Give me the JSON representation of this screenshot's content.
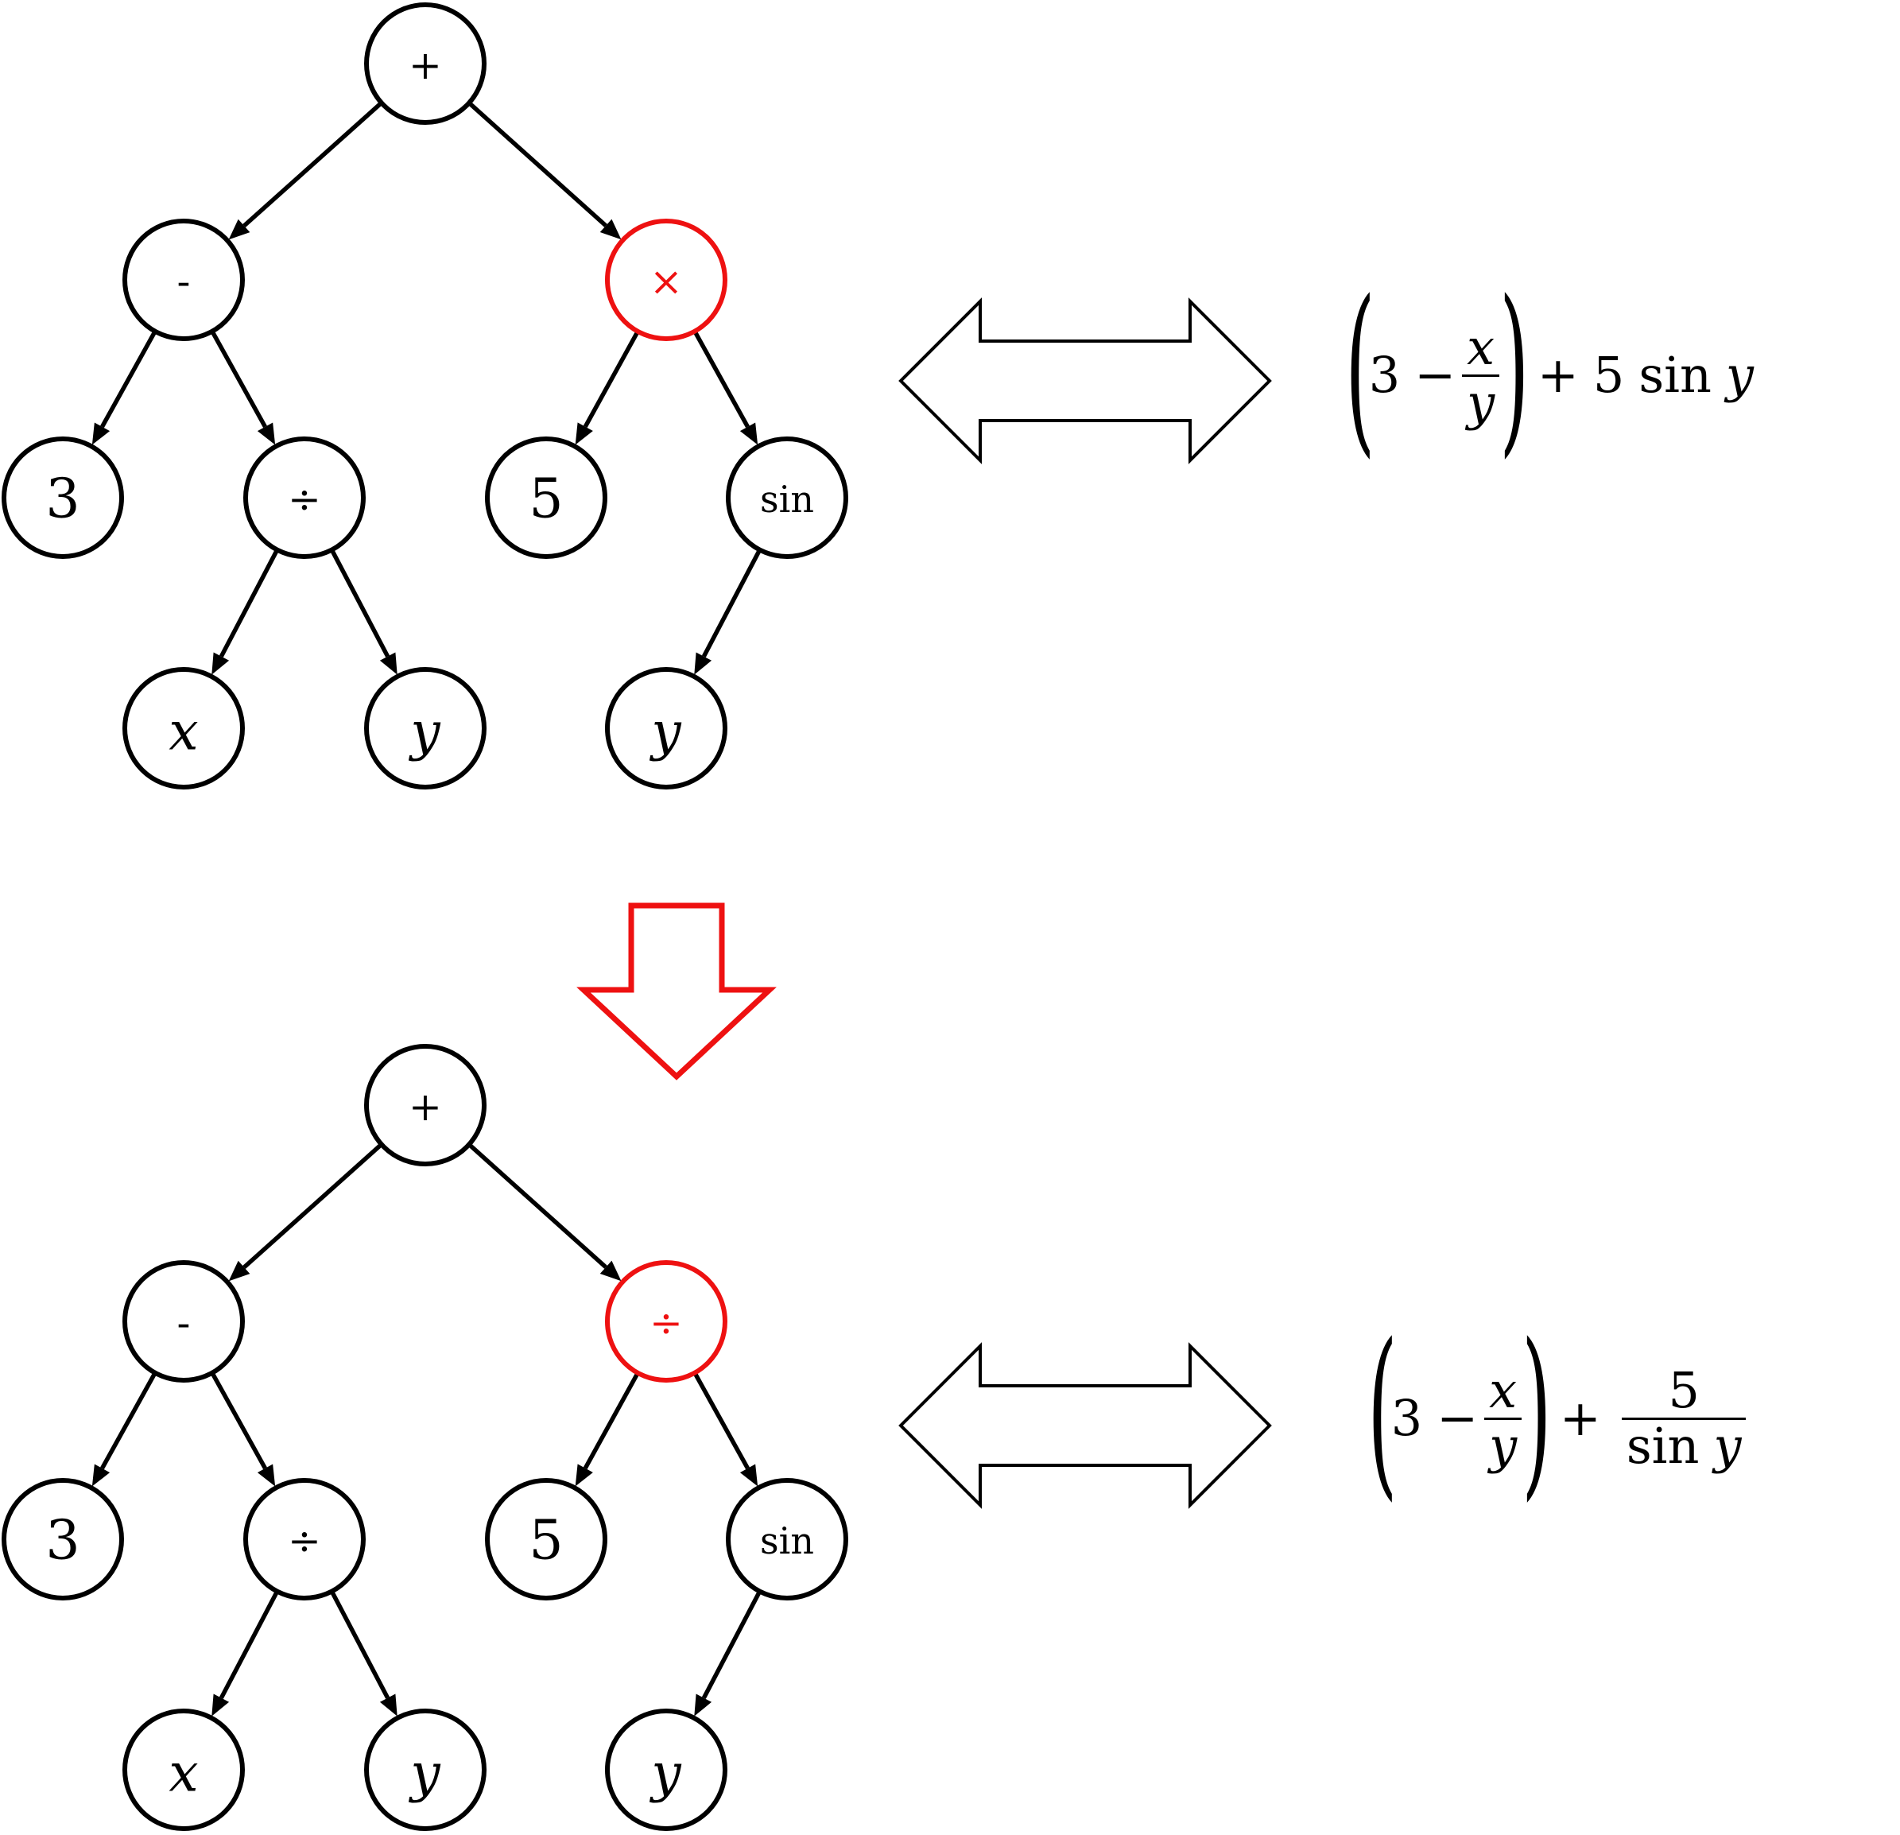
{
  "colors": {
    "ink": "#000000",
    "highlight": "#ee1111"
  },
  "icons": {
    "equivalence": "double-arrow-icon",
    "transformation": "down-arrow-icon"
  },
  "trees": [
    {
      "nodes": [
        {
          "id": "root",
          "label": "+"
        },
        {
          "id": "minus",
          "label": "-"
        },
        {
          "id": "op",
          "label": "×",
          "highlight": true
        },
        {
          "id": "three",
          "label": "3"
        },
        {
          "id": "divide",
          "label": "÷"
        },
        {
          "id": "five",
          "label": "5"
        },
        {
          "id": "sin",
          "label": "sin"
        },
        {
          "id": "x",
          "label": "x",
          "italic": true
        },
        {
          "id": "y1",
          "label": "y",
          "italic": true
        },
        {
          "id": "y2",
          "label": "y",
          "italic": true
        }
      ]
    },
    {
      "nodes": [
        {
          "id": "root",
          "label": "+"
        },
        {
          "id": "minus",
          "label": "-"
        },
        {
          "id": "op",
          "label": "÷",
          "highlight": true
        },
        {
          "id": "three",
          "label": "3"
        },
        {
          "id": "divide",
          "label": "÷"
        },
        {
          "id": "five",
          "label": "5"
        },
        {
          "id": "sin",
          "label": "sin"
        },
        {
          "id": "x",
          "label": "x",
          "italic": true
        },
        {
          "id": "y1",
          "label": "y",
          "italic": true
        },
        {
          "id": "y2",
          "label": "y",
          "italic": true
        }
      ]
    }
  ],
  "edges": [
    [
      "root",
      "minus"
    ],
    [
      "root",
      "op"
    ],
    [
      "minus",
      "three"
    ],
    [
      "minus",
      "divide"
    ],
    [
      "op",
      "five"
    ],
    [
      "op",
      "sin"
    ],
    [
      "divide",
      "x"
    ],
    [
      "divide",
      "y1"
    ],
    [
      "sin",
      "y2"
    ]
  ],
  "formulas": {
    "top": {
      "lparen": "(",
      "rparen": ")",
      "three": "3",
      "minus": "−",
      "frac_num": "x",
      "frac_den": "y",
      "plus": "+",
      "five": "5",
      "sin": "sin",
      "var": "y"
    },
    "bottom": {
      "lparen": "(",
      "rparen": ")",
      "three": "3",
      "minus": "−",
      "frac_num": "x",
      "frac_den": "y",
      "plus": "+",
      "rhs_num": "5",
      "rhs_sin": "sin",
      "rhs_var": "y"
    }
  }
}
